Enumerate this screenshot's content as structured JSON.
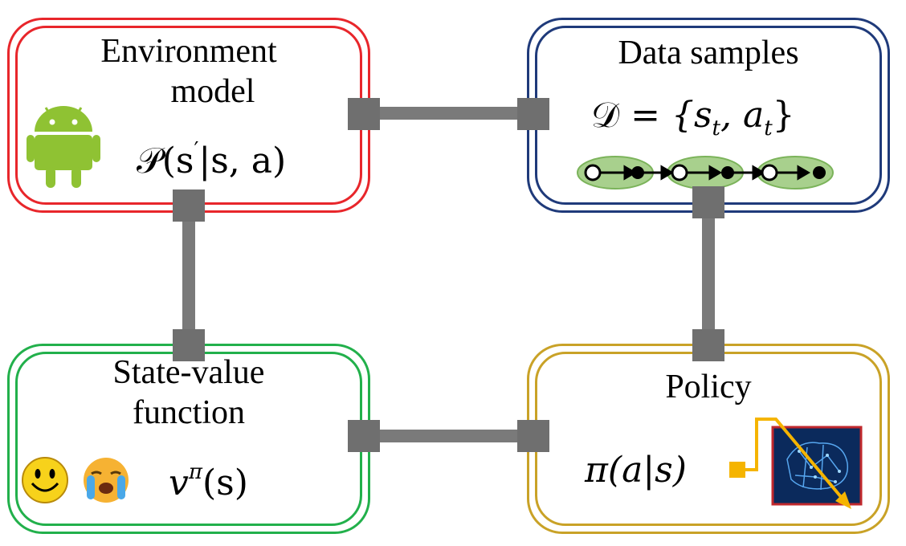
{
  "env": {
    "title_line1": "Environment",
    "title_line2": "model",
    "formula_script": "𝒫",
    "formula_rest": "(s",
    "formula_prime": "′",
    "formula_tail": "|s, a)",
    "color": "#e8262b",
    "icon": "android-robot-icon"
  },
  "data": {
    "title": "Data samples",
    "formula_script": "𝒟",
    "formula_mid": " = {s",
    "sub_t1": "t",
    "formula_comma": ", a",
    "sub_t2": "t",
    "formula_close": "}",
    "color": "#1f3a7a",
    "icon": "trajectory-chain-icon"
  },
  "value": {
    "title_line1": "State-value",
    "title_line2": "function",
    "formula_v": "v",
    "formula_sup": "π",
    "formula_rest": "(s)",
    "color": "#22b04b",
    "icons": [
      "smiley-face-icon",
      "crying-face-icon"
    ]
  },
  "policy": {
    "title": "Policy",
    "formula": "π(a|s)",
    "color": "#c9a227",
    "icon": "neural-brain-image-icon"
  },
  "connector_color": "#7a7a7a"
}
